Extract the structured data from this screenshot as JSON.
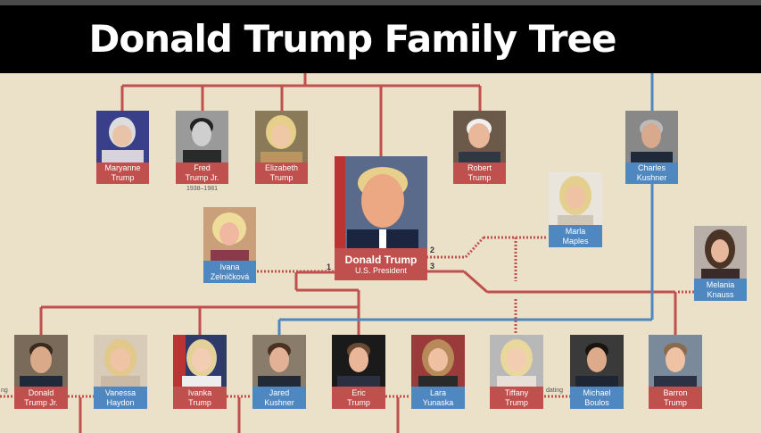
{
  "title": "Donald Trump Family Tree",
  "colors": {
    "background": "#ebe1c9",
    "title_bar": "#000000",
    "title_text": "#ffffff",
    "trump_line": "#c0504d",
    "kushner_line": "#4f87c0",
    "trump_label": "#c0504d",
    "other_label": "#4f87c0"
  },
  "center": {
    "name": "Donald Trump",
    "subtitle": "U.S. President"
  },
  "siblings": {
    "maryanne": {
      "line1": "Maryanne",
      "line2": "Trump"
    },
    "fred": {
      "line1": "Fred",
      "line2": "Trump Jr.",
      "dates": "1938–1981"
    },
    "elizabeth": {
      "line1": "Elizabeth",
      "line2": "Trump"
    },
    "robert": {
      "line1": "Robert",
      "line2": "Trump"
    }
  },
  "spouses": {
    "ivana": {
      "line1": "Ivana",
      "line2": "Zelníčková",
      "marker": "1"
    },
    "marla": {
      "line1": "Marla",
      "line2": "Maples",
      "marker": "2"
    },
    "melania": {
      "line1": "Melania",
      "line2": "Knauss",
      "marker": "3"
    }
  },
  "charles": {
    "line1": "Charles",
    "line2": "Kushner"
  },
  "children_row": {
    "don_jr": {
      "line1": "Donald",
      "line2": "Trump Jr."
    },
    "vanessa": {
      "line1": "Vanessa",
      "line2": "Haydon"
    },
    "ivanka": {
      "line1": "Ivanka",
      "line2": "Trump"
    },
    "jared": {
      "line1": "Jared",
      "line2": "Kushner"
    },
    "eric": {
      "line1": "Eric",
      "line2": "Trump"
    },
    "lara": {
      "line1": "Lara",
      "line2": "Yunaska"
    },
    "tiffany": {
      "line1": "Tiffany",
      "line2": "Trump"
    },
    "michael": {
      "line1": "Michael",
      "line2": "Boulos"
    },
    "barron": {
      "line1": "Barron",
      "line2": "Trump"
    }
  },
  "notes": {
    "dating": "dating",
    "edge": "ng"
  }
}
